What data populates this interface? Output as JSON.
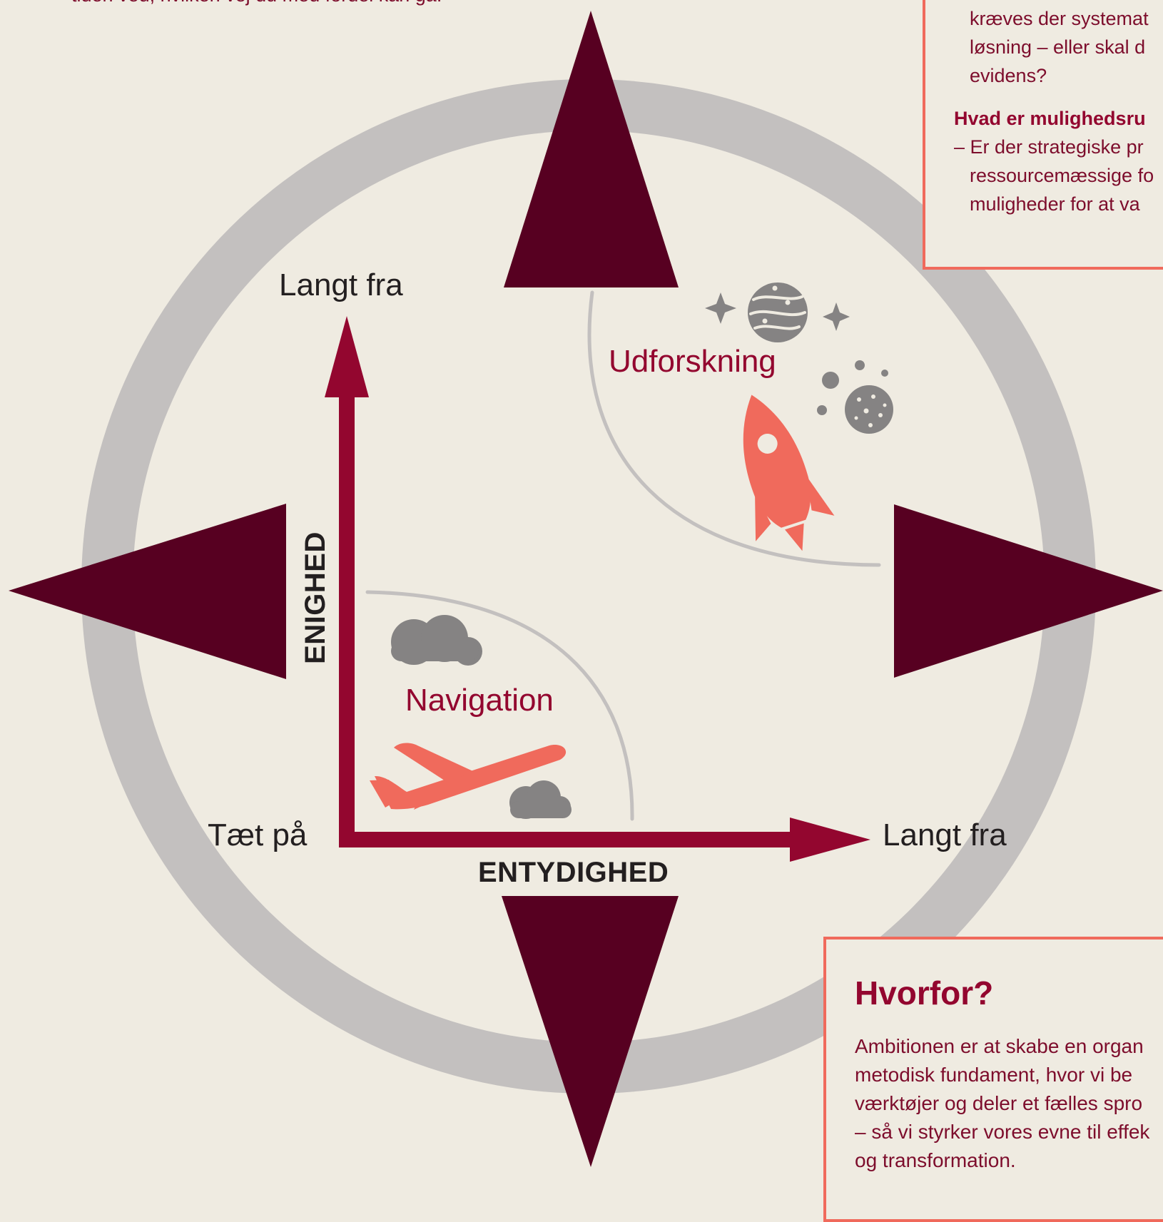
{
  "intro_text": "tiden ved, hvilken vej du med fordel kan gå.",
  "axes": {
    "y_top_label": "Langt fra",
    "x_left_label": "Tæt på",
    "x_right_label": "Langt fra",
    "y_axis_name": "ENIGHED",
    "x_axis_name": "ENTYDIGHED"
  },
  "quadrants": {
    "explore_label": "Udforskning",
    "navigate_label": "Navigation"
  },
  "icons": [
    "rocket-icon",
    "planet-icon",
    "sparkle-icon",
    "plane-icon",
    "cloud-icon"
  ],
  "colors": {
    "background": "#efebe1",
    "compass_ring": "#c3c0bf",
    "compass_points": "#570021",
    "axis": "#93062f",
    "accent": "#f06a5c",
    "icon_grey": "#858383"
  },
  "top_box": {
    "lines_a": [
      "kræves der systemat",
      "løsning – eller skal d",
      "evidens?"
    ],
    "heading": "Hvad er mulighedsru",
    "dash_line": "– Er der strategiske pr",
    "lines_b": [
      "ressourcemæssige fo",
      "muligheder for at va"
    ]
  },
  "bottom_box": {
    "title": "Hvorfor?",
    "lines": [
      "Ambitionen er at skabe en organ",
      "metodisk fundament, hvor vi be",
      "værktøjer og deler et fælles spro",
      "– så vi styrker vores evne til effek",
      "og transformation."
    ]
  }
}
